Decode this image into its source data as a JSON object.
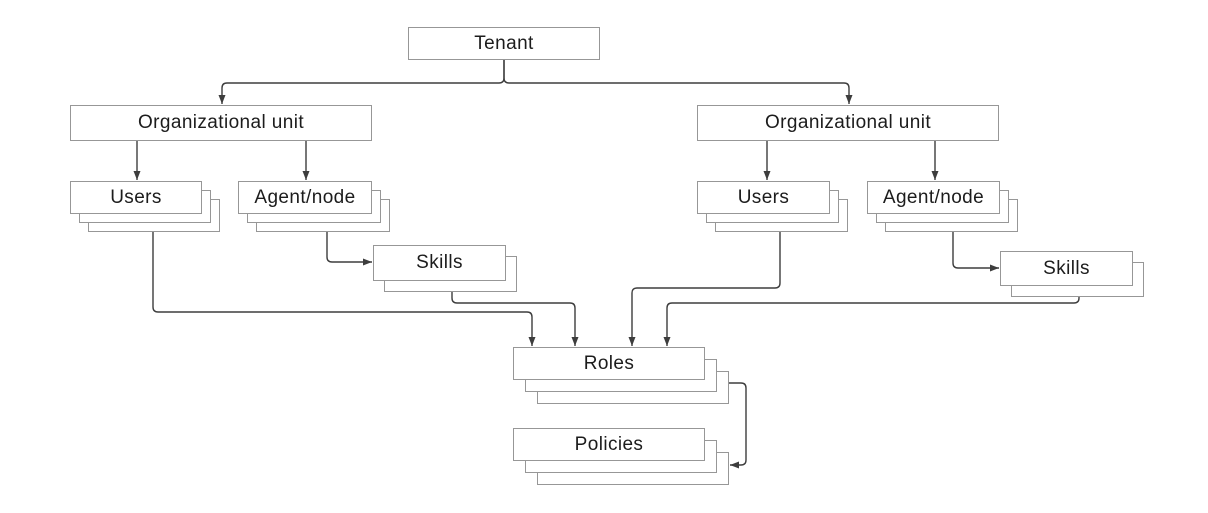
{
  "diagram": {
    "nodes": {
      "tenant": {
        "label": "Tenant",
        "stacked": false
      },
      "org_unit_left": {
        "label": "Organizational unit",
        "stacked": false
      },
      "org_unit_right": {
        "label": "Organizational unit",
        "stacked": false
      },
      "users_left": {
        "label": "Users",
        "stacked": true
      },
      "agent_node_left": {
        "label": "Agent/node",
        "stacked": true
      },
      "skills_left": {
        "label": "Skills",
        "stacked": true
      },
      "users_right": {
        "label": "Users",
        "stacked": true
      },
      "agent_node_right": {
        "label": "Agent/node",
        "stacked": true
      },
      "skills_right": {
        "label": "Skills",
        "stacked": true
      },
      "roles": {
        "label": "Roles",
        "stacked": true
      },
      "policies": {
        "label": "Policies",
        "stacked": true
      }
    },
    "edges": [
      {
        "from": "tenant",
        "to": "org_unit_left"
      },
      {
        "from": "tenant",
        "to": "org_unit_right"
      },
      {
        "from": "org_unit_left",
        "to": "users_left"
      },
      {
        "from": "org_unit_left",
        "to": "agent_node_left"
      },
      {
        "from": "agent_node_left",
        "to": "skills_left"
      },
      {
        "from": "org_unit_right",
        "to": "users_right"
      },
      {
        "from": "org_unit_right",
        "to": "agent_node_right"
      },
      {
        "from": "agent_node_right",
        "to": "skills_right"
      },
      {
        "from": "users_left",
        "to": "roles"
      },
      {
        "from": "skills_left",
        "to": "roles"
      },
      {
        "from": "users_right",
        "to": "roles"
      },
      {
        "from": "skills_right",
        "to": "roles"
      },
      {
        "from": "roles",
        "to": "policies"
      }
    ],
    "colors": {
      "background": "#ffffff",
      "box_fill": "#ffffff",
      "box_border": "#979797",
      "connector": "#3d3d3d",
      "text": "#1c1c1c"
    }
  }
}
